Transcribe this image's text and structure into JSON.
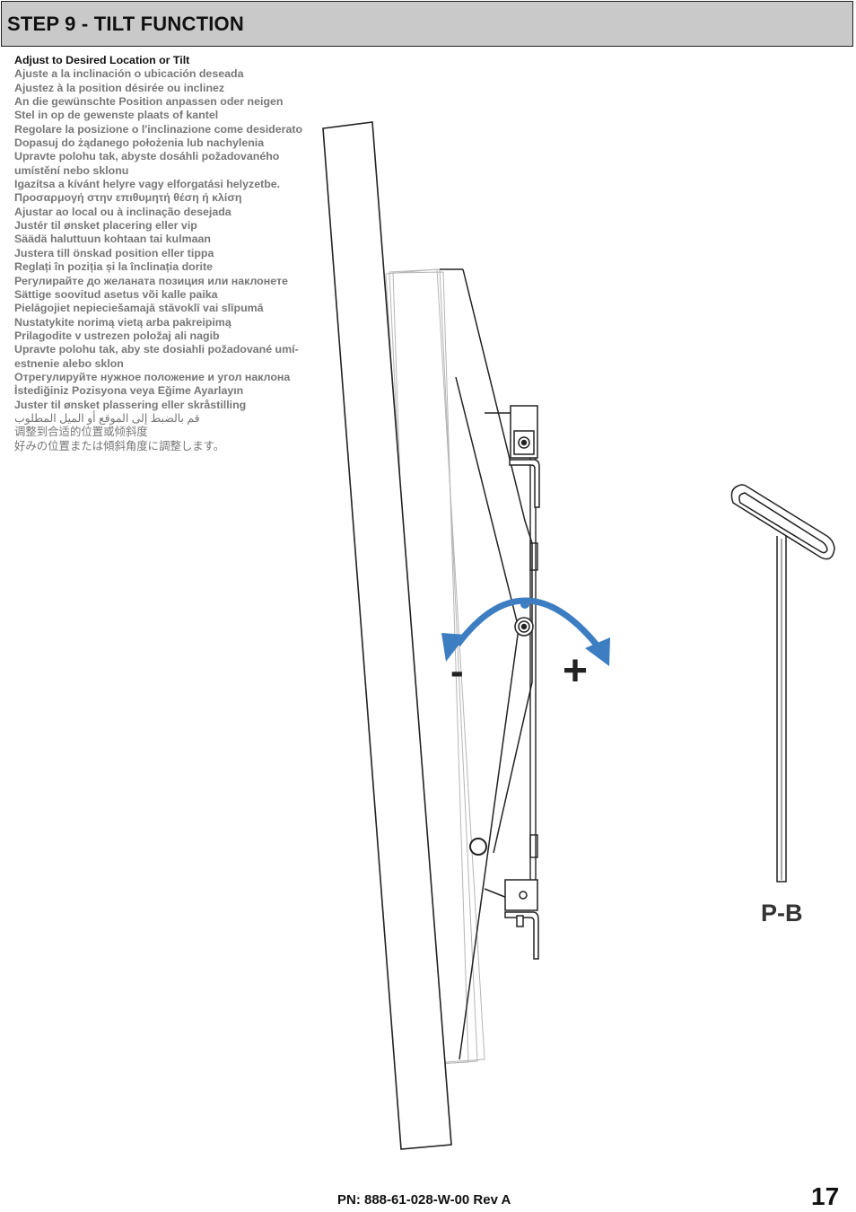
{
  "header": {
    "title": "STEP 9 - TILT FUNCTION"
  },
  "instructions": [
    "Adjust to Desired Location or Tilt",
    "Ajuste a la inclinación o ubicación deseada",
    "Ajustez à la position désirée ou inclinez",
    "An die gewünschte Position anpassen oder neigen",
    "Stel in op de gewenste plaats of kantel",
    "Regolare la posizione o l'inclinazione come desiderato",
    "Dopasuj do żądanego położenia lub nachylenia",
    "Upravte polohu tak, abyste dosáhli požadovaného",
    "umístění nebo sklonu",
    "Igazítsa a kívánt helyre vagy elforgatási helyzetbe.",
    "Προσαρμογή στην επιθυμητή θέση ή κλίση",
    "Ajustar ao local ou à inclinação  desejada",
    "Justér til ønsket placering eller vip",
    "Säädä haluttuun kohtaan tai kulmaan",
    "Justera till önskad position eller tippa",
    "Reglați în poziția și la înclinația dorite",
    "Регулирайте до желаната позиция или наклонете",
    "Sättige soovitud asetus või kalle paika",
    "Pielāgojiet nepieciešamajā stāvoklī vai slīpumā",
    "Nustatykite norimą vietą arba pakreipimą",
    "Prilagodite v ustrezen položaj ali nagib",
    "Upravte polohu tak, aby ste dosiahli požadované umí-",
    "estnenie alebo sklon",
    "Отрегулируйте нужное положение и угол наклона",
    "İstediğiniz Pozisyona veya Eğime Ayarlayın",
    "Juster til ønsket plassering eller skråstilling",
    "قم بالضبط إلى الموقع أو الميل المطلوب",
    "调整到合适的位置或倾斜度",
    "好みの位置または傾斜角度に調整します。"
  ],
  "diagram": {
    "minus_sign": "-",
    "plus_sign": "+",
    "arrow_color": "#3d7dc1",
    "tool_label": "P-B"
  },
  "footer": {
    "part_number": "PN: 888-61-028-W-00 Rev A",
    "page_number": "17"
  }
}
